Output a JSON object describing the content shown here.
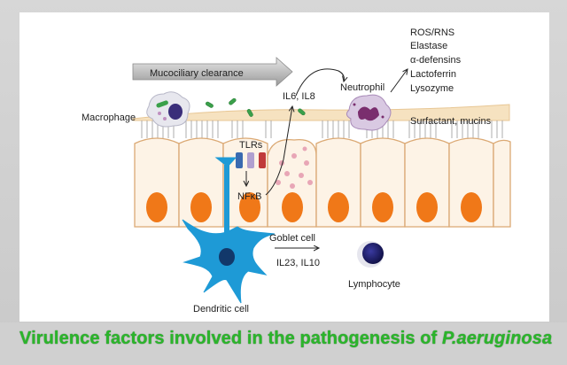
{
  "labels": {
    "mucociliary": "Mucociliary clearance",
    "macrophage": "Macrophage",
    "il6_il8": "IL6, IL8",
    "neutrophil": "Neutrophil",
    "surfactant": "Surfactant, mucins",
    "tlrs": "TLRs",
    "nfkb": "NFκB",
    "goblet": "Goblet cell",
    "il23_il10": "IL23, IL10",
    "lymphocyte": "Lymphocyte",
    "dendritic": "Dendritic cell"
  },
  "neutrophil_products": [
    "ROS/RNS",
    "Elastase",
    "α-defensins",
    "Lactoferrin",
    "Lysozyme"
  ],
  "caption": {
    "text": "Virulence factors involved in the pathogenesis of ",
    "organism": "P.aeruginosa"
  },
  "colors": {
    "nucleus": "#f07818",
    "dendritic": "#1e9ad6",
    "neutrophil": "#7a2e6e",
    "caption": "#2bb52b",
    "mucus": "#f6e2c0"
  }
}
